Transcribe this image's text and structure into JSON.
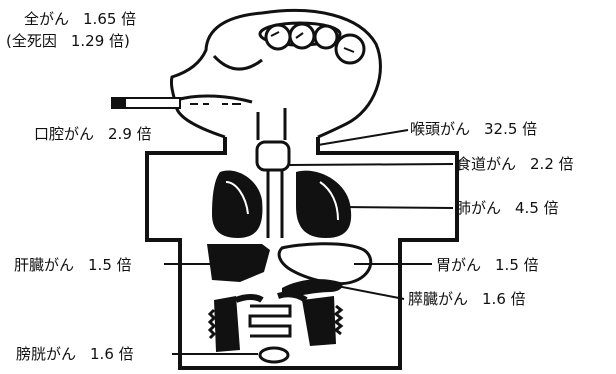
{
  "header": {
    "line1": {
      "name": "全がん",
      "value": "1.65 倍"
    },
    "line2": {
      "name": "(全死因",
      "value": "1.29 倍)"
    }
  },
  "labels": {
    "oral": {
      "name": "口腔がん",
      "value": "2.9 倍"
    },
    "larynx": {
      "name": "喉頭がん",
      "value": "32.5 倍"
    },
    "esophagus": {
      "name": "食道がん",
      "value": "2.2 倍"
    },
    "lung": {
      "name": "肺がん",
      "value": "4.5 倍"
    },
    "liver": {
      "name": "肝臓がん",
      "value": "1.5 倍"
    },
    "stomach": {
      "name": "胃がん",
      "value": "1.5 倍"
    },
    "pancreas": {
      "name": "膵臓がん",
      "value": "1.6 倍"
    },
    "bladder": {
      "name": "膀胱がん",
      "value": "1.6 倍"
    }
  },
  "colors": {
    "ink": "#111111",
    "background": "#ffffff"
  }
}
